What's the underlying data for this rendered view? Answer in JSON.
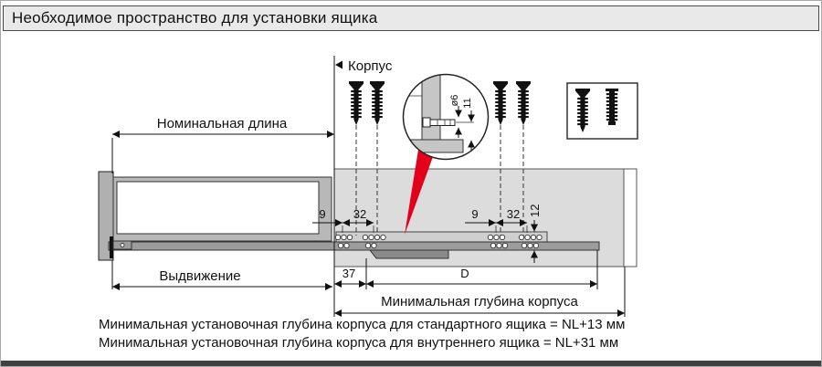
{
  "header": {
    "title": "Необходимое пространство для установки ящика"
  },
  "diagram": {
    "korpus_label": "Корпус",
    "dims": {
      "nominal_length": "Номинальная длина",
      "extension": "Выдвижение",
      "front_offset": "37",
      "depth_d": "D",
      "hole_front_left": "9",
      "hole_pitch_left": "32",
      "hole_front_right": "9",
      "hole_pitch_right": "32",
      "rail_height": "12",
      "min_depth": "Минимальная глубина корпуса",
      "pin_diameter": "ø6",
      "pin_offset": "11"
    },
    "colors": {
      "accent_red": "#e2001a",
      "panel_gray": "#dcdcdc",
      "drawer_gray": "#b5b5b5"
    }
  },
  "notes": {
    "line1": "Минимальная установочная глубина корпуса для стандартного ящика = NL+13 мм",
    "line2": "Минимальная установочная глубина корпуса для внутреннего ящика = NL+31 мм"
  }
}
